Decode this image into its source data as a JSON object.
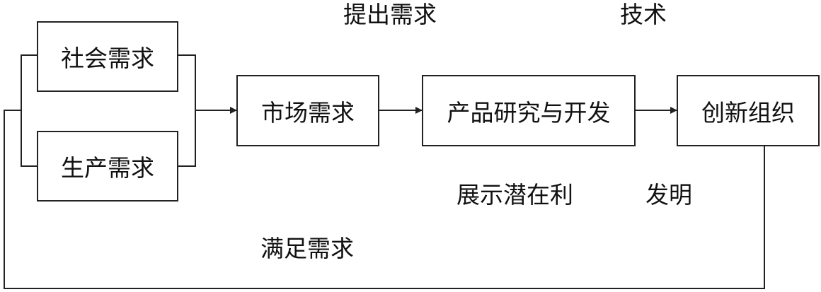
{
  "nodes": {
    "social_demand": "社会需求",
    "production_demand": "生产需求",
    "market_demand": "市场需求",
    "product_rd": "产品研究与开发",
    "innovation_org": "创新组织"
  },
  "labels": {
    "propose_demand": "提出需求",
    "technology": "技术",
    "show_potential": "展示潜在利",
    "invention": "发明",
    "satisfy_demand": "满足需求"
  }
}
